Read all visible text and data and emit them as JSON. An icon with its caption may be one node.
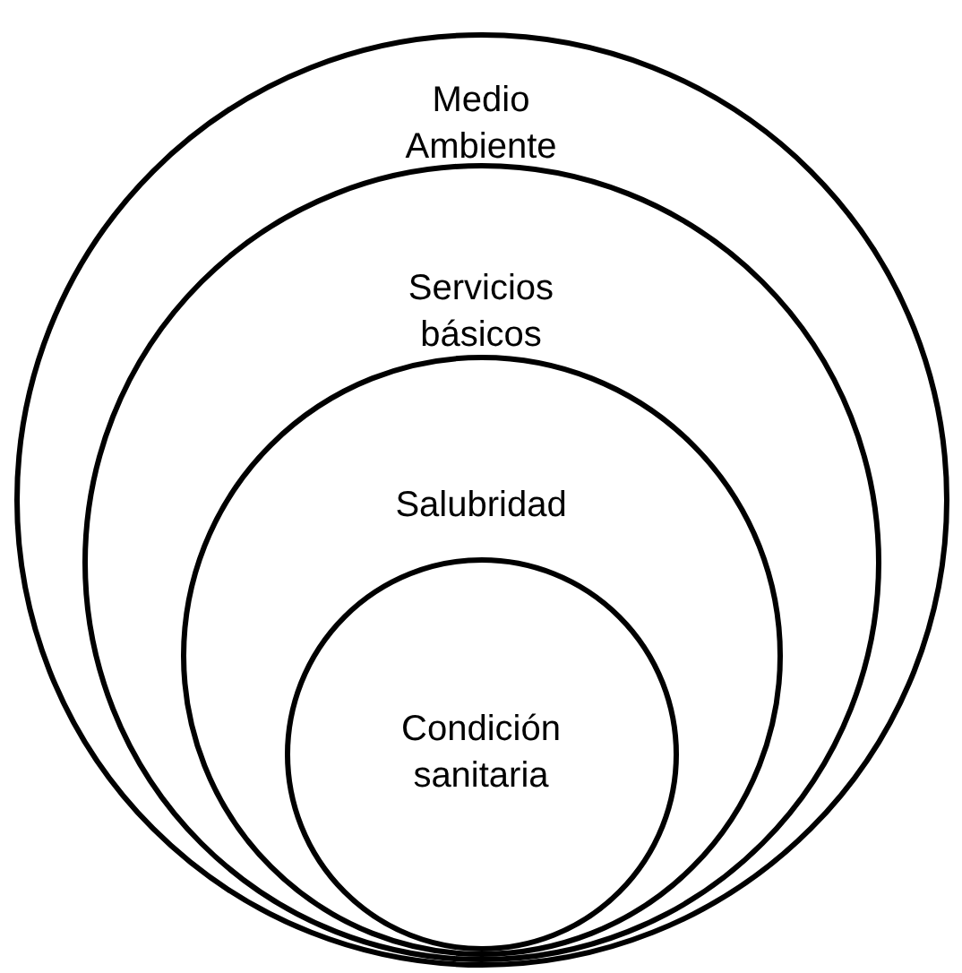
{
  "diagram": {
    "nodes": [
      {
        "text": [
          "Medio Ambiente"
        ]
      },
      {
        "text": [
          "Servicios básicos"
        ],
        "in": 0
      },
      {
        "text": [
          "Salubridad"
        ],
        "in": 1
      },
      {
        "text": [
          "Condición sanitaria"
        ],
        "in": 2
      }
    ]
  }
}
